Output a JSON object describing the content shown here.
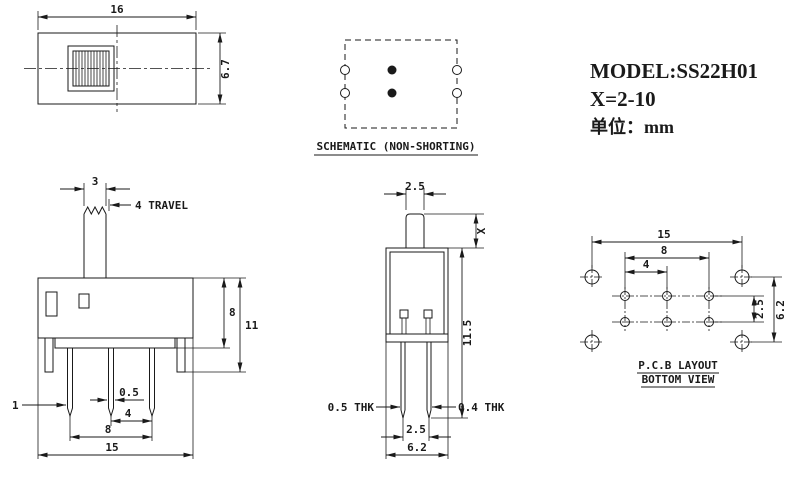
{
  "colors": {
    "line": "#1a1a1a",
    "background": "#ffffff"
  },
  "header": {
    "model": "MODEL:SS22H01",
    "x_range": "X=2-10",
    "unit_label": "单位：mm"
  },
  "schematic": {
    "caption": "SCHEMATIC (NON-SHORTING)"
  },
  "top_view": {
    "dim_width": "16",
    "dim_height": "6.7"
  },
  "front_view": {
    "dim_knob_width": "3",
    "dim_travel": "4 TRAVEL",
    "dim_body_height": "8",
    "dim_total_height": "11",
    "dim_pin_width": "1",
    "dim_pin_thickness": "0.5",
    "dim_pin_pitch": "4",
    "dim_pin_span": "8",
    "dim_total_width": "15"
  },
  "side_view": {
    "dim_knob_width": "2.5",
    "dim_knob_height": "X",
    "dim_body_height": "11.5",
    "dim_thickness_left": "0.5 THK",
    "dim_thickness_right": "0.4 THK",
    "dim_row_pitch": "2.5",
    "dim_depth": "6.2"
  },
  "pcb_view": {
    "caption_line1": "P.C.B LAYOUT",
    "caption_line2": "BOTTOM VIEW",
    "dim_mount_span": "15",
    "dim_pin_span": "8",
    "dim_pin_pitch": "4",
    "dim_row_pitch": "2.5",
    "dim_mount_pitch": "6.2"
  }
}
